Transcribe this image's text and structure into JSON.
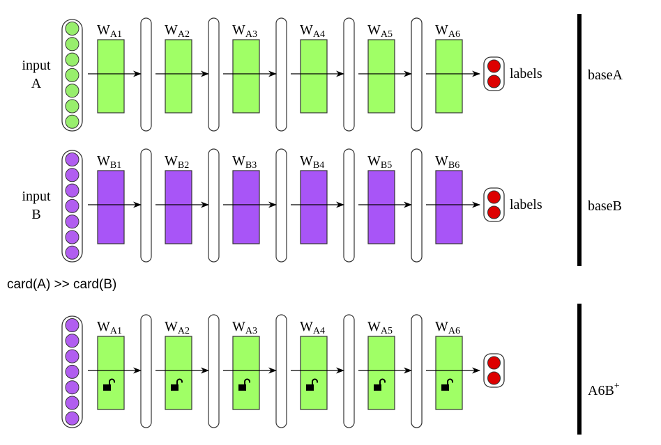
{
  "rows": [
    {
      "id": "A",
      "input_label": [
        "input",
        "A"
      ],
      "neuron_color": "#98ee6d",
      "neuron_count": 7,
      "layer_color": "#a0ff66",
      "locked": false,
      "weights": [
        {
          "main": "W",
          "sub": "A1"
        },
        {
          "main": "W",
          "sub": "A2"
        },
        {
          "main": "W",
          "sub": "A3"
        },
        {
          "main": "W",
          "sub": "A4"
        },
        {
          "main": "W",
          "sub": "A5"
        },
        {
          "main": "W",
          "sub": "A6"
        }
      ],
      "output_label": "labels"
    },
    {
      "id": "B",
      "input_label": [
        "input",
        "B"
      ],
      "neuron_color": "#b15ef0",
      "neuron_count": 7,
      "layer_color": "#a855f7",
      "locked": false,
      "weights": [
        {
          "main": "W",
          "sub": "B1"
        },
        {
          "main": "W",
          "sub": "B2"
        },
        {
          "main": "W",
          "sub": "B3"
        },
        {
          "main": "W",
          "sub": "B4"
        },
        {
          "main": "W",
          "sub": "B5"
        },
        {
          "main": "W",
          "sub": "B6"
        }
      ],
      "output_label": "labels"
    },
    {
      "id": "A6B",
      "input_label": [],
      "neuron_color": "#b15ef0",
      "neuron_count": 7,
      "layer_color": "#a0ff66",
      "locked": true,
      "weights": [
        {
          "main": "W",
          "sub": "A1"
        },
        {
          "main": "W",
          "sub": "A2"
        },
        {
          "main": "W",
          "sub": "A3"
        },
        {
          "main": "W",
          "sub": "A4"
        },
        {
          "main": "W",
          "sub": "A5"
        },
        {
          "main": "W",
          "sub": "A6"
        }
      ],
      "output_label": ""
    }
  ],
  "output_neuron_color": "#dd0000",
  "caption": "card(A) >> card(B)",
  "groups": [
    {
      "main": "baseA",
      "sup": ""
    },
    {
      "main": "baseB",
      "sup": ""
    },
    {
      "main": "A6B",
      "sup": "+"
    }
  ]
}
